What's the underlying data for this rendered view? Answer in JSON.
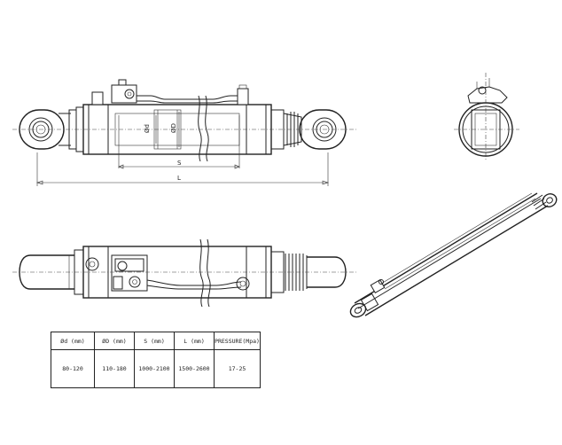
{
  "dimensions": {
    "inner_diameter": "Ød",
    "outer_diameter": "ØD",
    "stroke": "S",
    "length": "L"
  },
  "spec_table": {
    "headers": [
      "Ød (mm)",
      "ØD (mm)",
      "S (mm)",
      "L (mm)",
      "PRESSURE(Mpa)"
    ],
    "rows": [
      [
        "80-120",
        "110-180",
        "1000-2100",
        "1500-2600",
        "17-25"
      ]
    ]
  }
}
